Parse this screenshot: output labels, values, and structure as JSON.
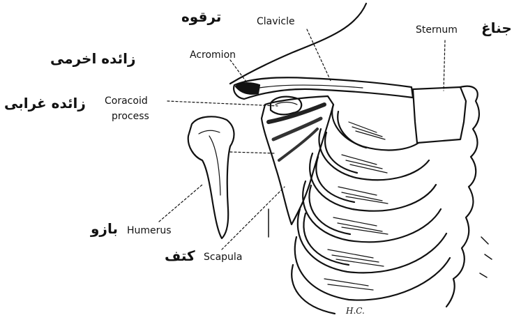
{
  "labels": {
    "clavicle": "Clavicle",
    "clavicle_fa": "ترقوه",
    "sternum": "Sternum",
    "sternum_fa": "جناغ",
    "acromion": "Acromion",
    "acromion_fa": "زائده اخرمی",
    "coracoid_line1": "Coracoid",
    "coracoid_line2": "process",
    "coracoid_fa": "زائده غرابی",
    "humerus": "Humerus",
    "humerus_fa": "بازو",
    "scapula": "Scapula",
    "scapula_fa": "کتف"
  },
  "signature": "H.C.",
  "colors": {
    "ink": "#111111",
    "paper": "#ffffff"
  }
}
